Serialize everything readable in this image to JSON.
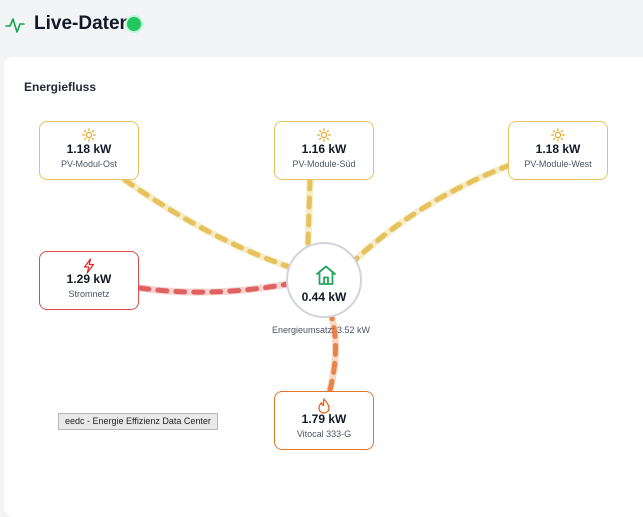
{
  "header": {
    "title": "Live-Daten",
    "icon": "activity-pulse-icon",
    "status_color": "#22c55e"
  },
  "card": {
    "title": "Energiefluss"
  },
  "sources": [
    {
      "value": "1.18 kW",
      "label": "PV-Modul-Ost",
      "icon": "sun-icon"
    },
    {
      "value": "1.16 kW",
      "label": "PV-Module-Süd",
      "icon": "sun-icon"
    },
    {
      "value": "1.18 kW",
      "label": "PV-Module-West",
      "icon": "sun-icon"
    }
  ],
  "grid": {
    "value": "1.29 kW",
    "label": "Stromnetz",
    "icon": "lightning-icon"
  },
  "heat_pump": {
    "value": "1.79 kW",
    "label": "Vitocal 333-G",
    "icon": "flame-icon"
  },
  "house": {
    "value": "0.44 kW",
    "icon": "house-icon"
  },
  "energy_turnover": "Energieumsatz: 3.52 kW",
  "tooltip": "eedc - Energie Effizienz Data Center",
  "colors": {
    "pv": "#e8c35a",
    "grid": "#dc4a4a",
    "heat": "#e0762c",
    "house": "#22a55e"
  }
}
